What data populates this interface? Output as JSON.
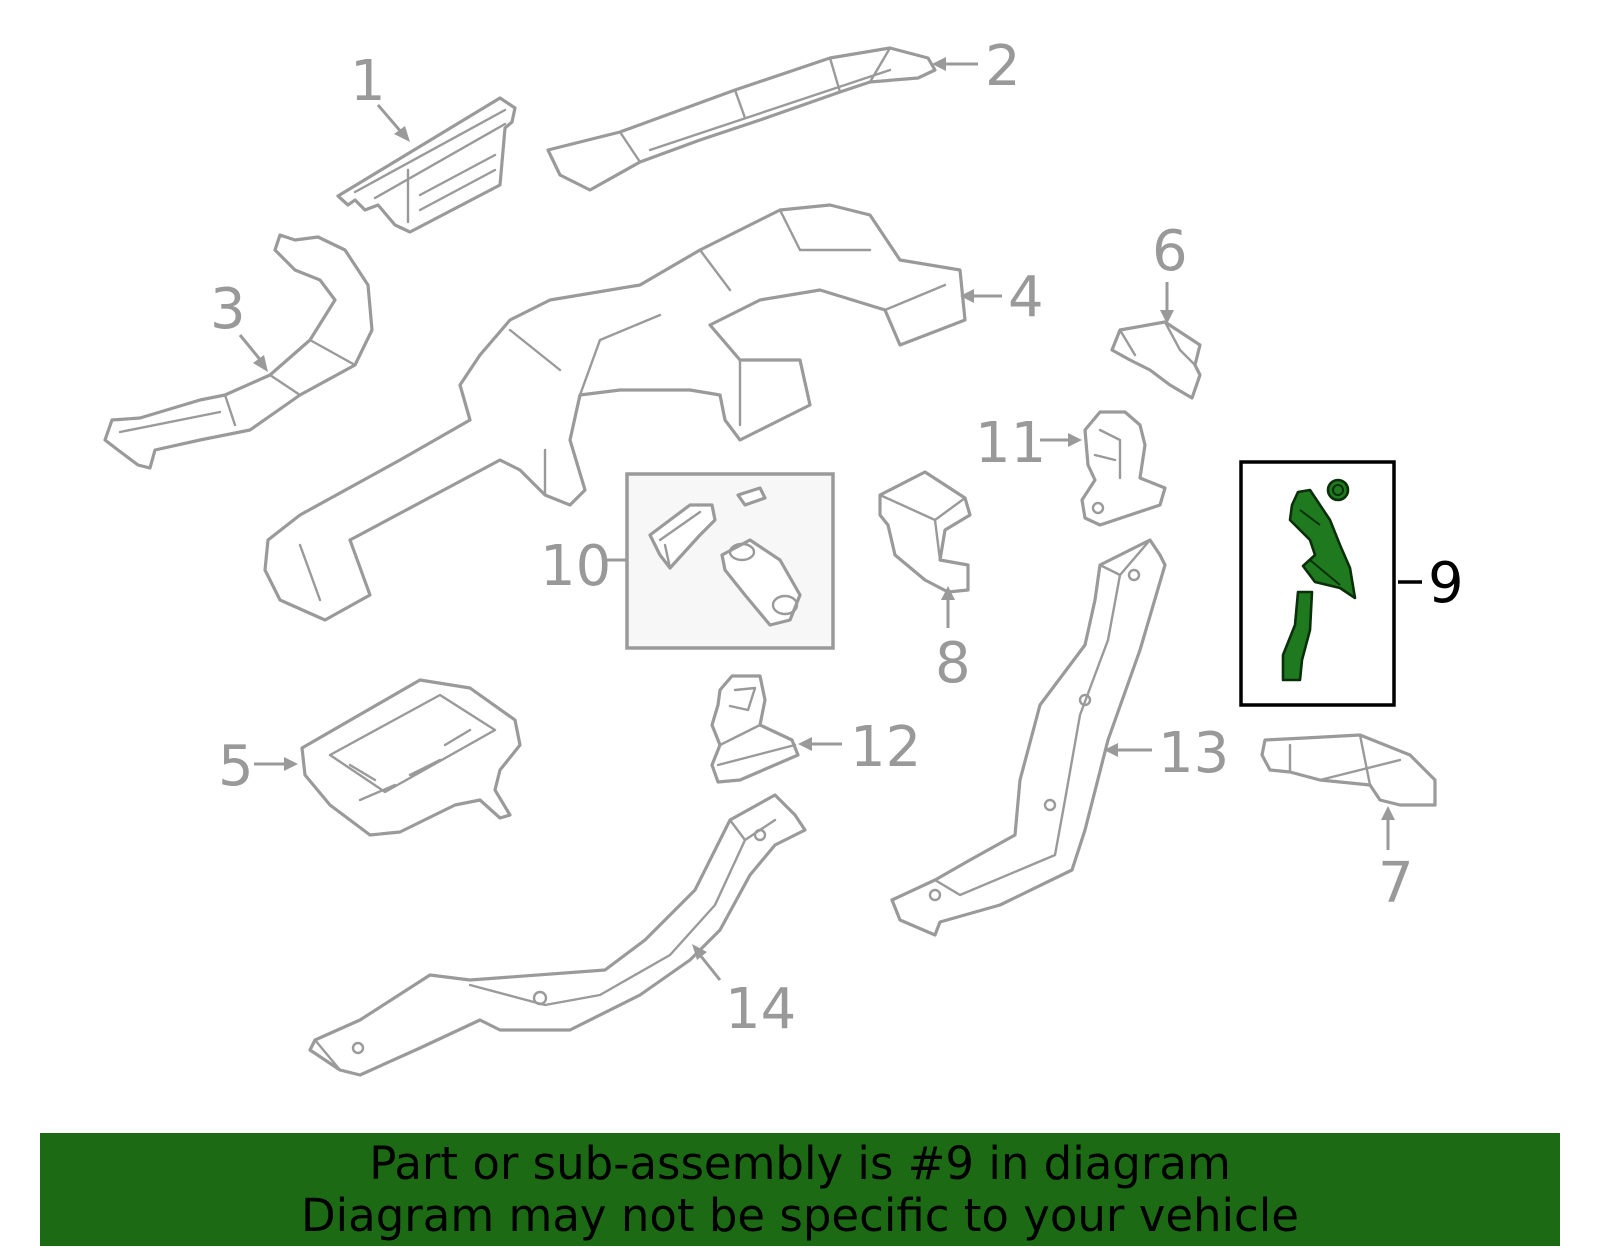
{
  "callouts": [
    {
      "id": "1",
      "label": "1"
    },
    {
      "id": "2",
      "label": "2"
    },
    {
      "id": "3",
      "label": "3"
    },
    {
      "id": "4",
      "label": "4"
    },
    {
      "id": "5",
      "label": "5"
    },
    {
      "id": "6",
      "label": "6"
    },
    {
      "id": "7",
      "label": "7"
    },
    {
      "id": "8",
      "label": "8"
    },
    {
      "id": "9",
      "label": "9",
      "highlighted": true
    },
    {
      "id": "10",
      "label": "10"
    },
    {
      "id": "11",
      "label": "11"
    },
    {
      "id": "12",
      "label": "12"
    },
    {
      "id": "13",
      "label": "13"
    },
    {
      "id": "14",
      "label": "14"
    }
  ],
  "banner": {
    "line1": "Part or sub-assembly is #9 in diagram",
    "line2": "Diagram may not be specific to your vehicle"
  },
  "colors": {
    "highlight_part": "#1f7a1f",
    "banner_bg": "#1c6b14",
    "line_gray": "#9a9a9a"
  }
}
